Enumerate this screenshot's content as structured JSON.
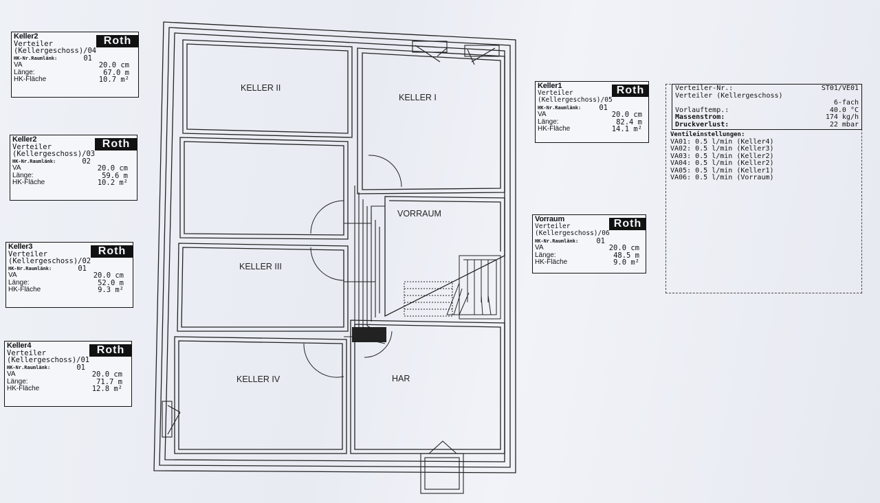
{
  "plan": {
    "rooms": [
      "KELLER II",
      "KELLER I",
      "VORRAUM",
      "KELLER III",
      "KELLER IV",
      "HAR"
    ]
  },
  "cards": [
    {
      "title": "Keller2",
      "logo": "Roth",
      "verteiler": "Verteiler (Kellergeschoss)/04",
      "hk_label": "HK-Nr.Raumlänk:",
      "hk_nr": "01",
      "va_label": "VA",
      "va_val": "20.0 cm",
      "laenge_label": "Länge:",
      "laenge_val": "67.0 m",
      "flaeche_label": "HK-Fläche",
      "flaeche_val": "10.7 m²"
    },
    {
      "title": "Keller2",
      "logo": "Roth",
      "verteiler": "Verteiler (Kellergeschoss)/03",
      "hk_label": "HK-Nr.Raumlänk:",
      "hk_nr": "02",
      "va_label": "VA",
      "va_val": "20.0 cm",
      "laenge_label": "Länge:",
      "laenge_val": "59.6 m",
      "flaeche_label": "HK-Fläche",
      "flaeche_val": "10.2 m²"
    },
    {
      "title": "Keller3",
      "logo": "Roth",
      "verteiler": "Verteiler (Kellergeschoss)/02",
      "hk_label": "HK-Nr.Raumlänk:",
      "hk_nr": "01",
      "va_label": "VA",
      "va_val": "20.0 cm",
      "laenge_label": "Länge:",
      "laenge_val": "52.0 m",
      "flaeche_label": "HK-Fläche",
      "flaeche_val": "9.3 m²"
    },
    {
      "title": "Keller4",
      "logo": "Roth",
      "verteiler": "Verteiler (Kellergeschoss)/01",
      "hk_label": "HK-Nr.Raumlänk:",
      "hk_nr": "01",
      "va_label": "VA",
      "va_val": "20.0 cm",
      "laenge_label": "Länge:",
      "laenge_val": "71.7 m",
      "flaeche_label": "HK-Fläche",
      "flaeche_val": "12.8 m²"
    },
    {
      "title": "Keller1",
      "logo": "Roth",
      "verteiler": "Verteiler (Kellergeschoss)/05",
      "hk_label": "HK-Nr.Raumlänk:",
      "hk_nr": "01",
      "va_label": "VA",
      "va_val": "20.0 cm",
      "laenge_label": "Länge:",
      "laenge_val": "82.4 m",
      "flaeche_label": "HK-Fläche",
      "flaeche_val": "14.1 m²"
    },
    {
      "title": "Vorraum",
      "logo": "Roth",
      "verteiler": "Verteiler (Kellergeschoss)/06",
      "hk_label": "HK-Nr.Raumlänk:",
      "hk_nr": "01",
      "va_label": "VA",
      "va_val": "20.0 cm",
      "laenge_label": "Länge:",
      "laenge_val": "48.5 m",
      "flaeche_label": "HK-Fläche",
      "flaeche_val": "9.0 m²"
    }
  ],
  "info": {
    "nr_label": "Verteiler-Nr.:",
    "nr_val": "ST01/VE01",
    "name": "Verteiler (Kellergeschoss)",
    "fach": "6-fach",
    "vorlauf_label": "Vorlauftemp.:",
    "vorlauf_val": "40.0 °C",
    "massen_label": "Massenstrom:",
    "massen_val": "174 kg/h",
    "druck_label": "Druckverlust:",
    "druck_val": "22 mbar",
    "ventil_label": "Ventileinstellungen:",
    "valves": [
      "VA01: 0.5 l/min (Keller4)",
      "VA02: 0.5 l/min (Keller3)",
      "VA03: 0.5 l/min (Keller2)",
      "VA04: 0.5 l/min (Keller2)",
      "VA05: 0.5 l/min (Keller1)",
      "VA06: 0.5 l/min (Vorraum)"
    ]
  }
}
